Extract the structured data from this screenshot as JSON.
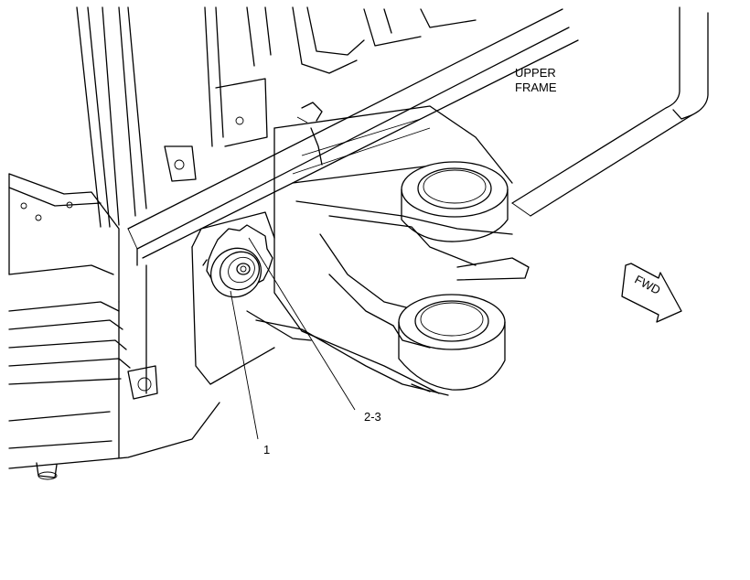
{
  "diagram": {
    "labels": {
      "upper_frame_line1": "UPPER",
      "upper_frame_line2": "FRAME",
      "fwd": "FWD",
      "callout_1": "1",
      "callout_2_3": "2-3"
    },
    "colors": {
      "line": "#000000",
      "background": "#ffffff"
    }
  }
}
